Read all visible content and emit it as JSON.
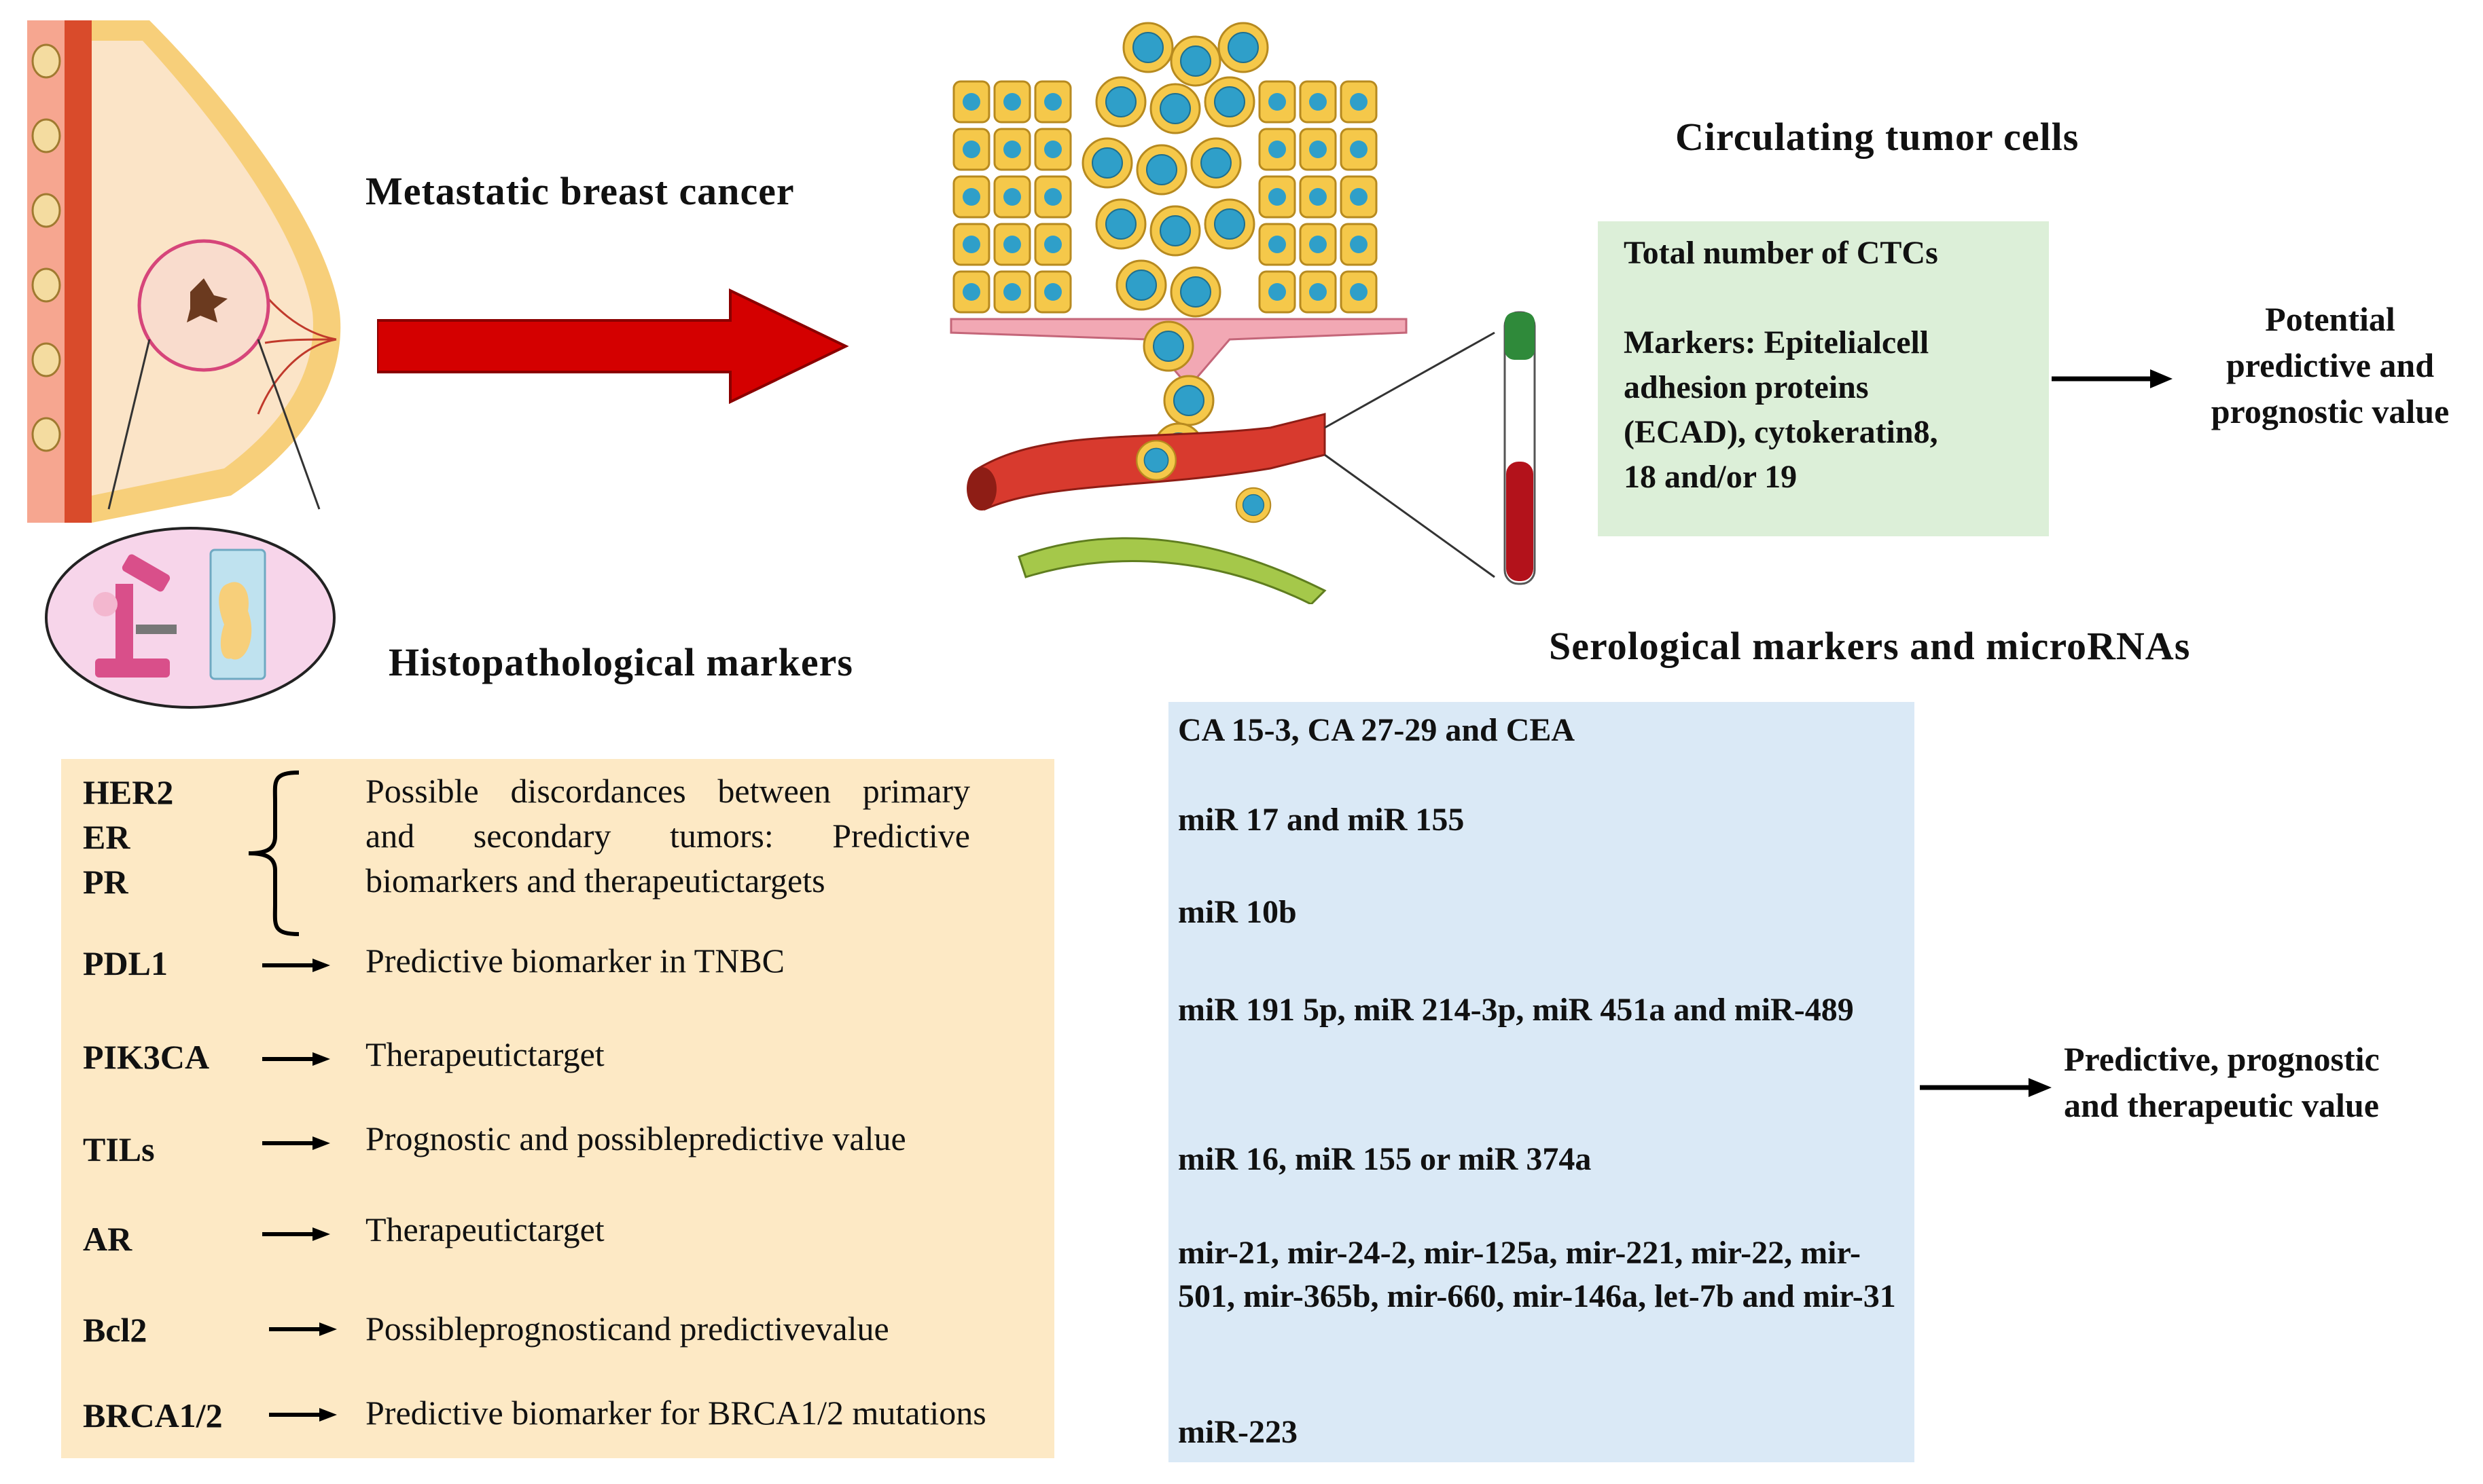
{
  "headings": {
    "metastatic": "Metastatic breast cancer",
    "ctc": "Circulating tumor cells",
    "histo": "Histopathological markers",
    "sero": "Serological markers and microRNAs"
  },
  "ctc_box": {
    "line1": "Total number of CTCs",
    "marker_lines": [
      "Markers: Epitelialcell",
      "adhesion proteins",
      "(ECAD), cytokeratin8,",
      "18 and/or 19"
    ]
  },
  "ctc_result": [
    "Potential",
    "predictive and",
    "prognostic value"
  ],
  "histo_box": {
    "grouped_labels": [
      "HER2",
      "ER",
      "PR"
    ],
    "grouped_desc": [
      "Possible discordances between primary",
      "and secondary tumors: Predictive",
      "biomarkers and therapeutictargets"
    ],
    "rows": [
      {
        "label": "PDL1",
        "desc": "Predictive biomarker in TNBC"
      },
      {
        "label": "PIK3CA",
        "desc": "Therapeutictarget"
      },
      {
        "label": "TILs",
        "desc": "Prognostic and possiblepredictive value"
      },
      {
        "label": "AR",
        "desc": "Therapeutictarget"
      },
      {
        "label": "Bcl2",
        "desc": "Possibleprognosticand predictivevalue"
      },
      {
        "label": "BRCA1/2",
        "desc": "Predictive biomarker for BRCA1/2 mutations"
      }
    ]
  },
  "sero_box": {
    "items": [
      "CA 15-3, CA 27-29 and CEA",
      "miR 17 and miR 155",
      "miR 10b",
      "miR 191 5p, miR 214-3p, miR 451a and miR-489",
      "miR 16, miR 155 or miR 374a",
      "mir-21, mir-24-2, mir-125a, mir-221, mir-22, mir-501, mir-365b, mir-660, mir-146a, let-7b and mir-31",
      "miR-223"
    ]
  },
  "sero_result": [
    "Predictive, prognostic",
    "and therapeutic value"
  ],
  "colors": {
    "histo_bg": "#fde9c5",
    "ctc_bg": "#dcefd8",
    "sero_bg": "#dae9f6",
    "big_arrow": "#d40000",
    "cell_fill": "#f5c84a",
    "nucleus": "#2f9fc9",
    "vessel": "#d83a2e"
  }
}
